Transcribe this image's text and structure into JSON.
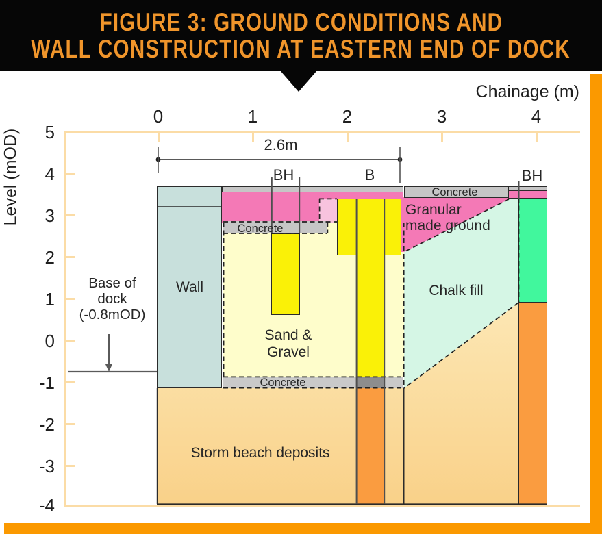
{
  "banner": {
    "line1": "FIGURE 3: GROUND CONDITIONS AND",
    "line2": "WALL CONSTRUCTION AT EASTERN END OF DOCK"
  },
  "axes": {
    "chainage": {
      "title": "Chainage (m)",
      "ticks": [
        "0",
        "1",
        "2",
        "3",
        "4"
      ]
    },
    "level": {
      "title": "Level (mOD)",
      "ticks": [
        "5",
        "4",
        "3",
        "2",
        "1",
        "0",
        "-1",
        "-2",
        "-3",
        "-4"
      ]
    }
  },
  "annotations": {
    "dimension": "2.6m",
    "base_of_dock": [
      "Base of",
      "dock",
      "(-0.8mOD)"
    ]
  },
  "boreholes": {
    "bh_left": "BH",
    "b_mid": "B",
    "bh_right": "BH"
  },
  "regions": {
    "wall": "Wall",
    "sand_gravel": [
      "Sand &",
      "Gravel"
    ],
    "storm_beach": "Storm beach deposits",
    "chalk_fill": "Chalk fill",
    "granular": [
      "Granular",
      "made ground"
    ],
    "concrete_inner": "Concrete",
    "concrete_top": "Concrete",
    "concrete_lower": "Concrete"
  },
  "colors": {
    "banner_bg": "#060606",
    "banner_text": "#F0952B",
    "accent_orange": "#FB9900",
    "axis_peach": "#FBDCA6",
    "wall_teal": "#C8E0DC",
    "pink": "#F479B6",
    "light_pink": "#F8C3DE",
    "yellow": "#FAF107",
    "pale_yellow": "#FEFDCB",
    "concrete_gray": "#C6C6C6",
    "dark_gray": "#8D8D8D",
    "chalk_mint": "#D5F6E5",
    "spring_green": "#41F79D",
    "column_orange": "#FA9C40",
    "beach_top": "#FCE7B4",
    "beach_bottom": "#F9D189"
  },
  "chart_data": {
    "type": "table",
    "title": "Ground conditions and wall construction at eastern end of dock (cross-section)",
    "xlabel": "Chainage (m)",
    "ylabel": "Level (mOD)",
    "xlim": [
      0,
      4
    ],
    "ylim": [
      -4,
      5
    ],
    "dimension_marker": {
      "label": "2.6m",
      "from_chainage": 0,
      "to_chainage": 2.55,
      "at_level": 4.3
    },
    "base_of_dock_level": -0.8,
    "boreholes": [
      {
        "label": "BH",
        "chainage": 1.35,
        "depth_top_level": 2.55,
        "depth_bottom_level": 0.6
      },
      {
        "label": "B",
        "chainage": 2.24,
        "top_level": 3.4,
        "bottom_level": -3.9
      },
      {
        "label": "BH",
        "chainage": 3.95,
        "top_level": 3.4,
        "bottom_level": -3.9
      }
    ],
    "sections": [
      {
        "name": "Wall",
        "chainage": [
          0,
          0.67
        ],
        "level": [
          -1.15,
          3.7
        ]
      },
      {
        "name": "Concrete (thin capping strip)",
        "chainage": [
          0.67,
          2.6
        ],
        "level": [
          3.55,
          3.7
        ]
      },
      {
        "name": "Granular made ground (upper band)",
        "chainage": [
          0.67,
          2.6
        ],
        "level": [
          2.8,
          3.55
        ]
      },
      {
        "name": "Concrete (inner strip)",
        "chainage": [
          0.69,
          1.79
        ],
        "level": [
          2.55,
          2.85
        ]
      },
      {
        "name": "Sand & Gravel",
        "chainage": [
          0.69,
          2.6
        ],
        "level": [
          -0.85,
          2.55
        ]
      },
      {
        "name": "Concrete (lower strip)",
        "chainage": [
          0.69,
          2.6
        ],
        "level": [
          -1.15,
          -0.85
        ]
      },
      {
        "name": "Concrete (top right block)",
        "chainage": [
          2.6,
          3.7
        ],
        "level": [
          3.4,
          3.7
        ]
      },
      {
        "name": "Granular made ground",
        "chainage": [
          2.6,
          3.7
        ],
        "level": [
          2.1,
          3.4
        ]
      },
      {
        "name": "Chalk fill",
        "chainage": [
          2.6,
          3.8
        ],
        "level": [
          -1.15,
          3.4
        ]
      },
      {
        "name": "Storm beach deposits",
        "chainage": [
          0,
          3.8
        ],
        "level": [
          -3.95,
          -1.15
        ]
      }
    ]
  }
}
